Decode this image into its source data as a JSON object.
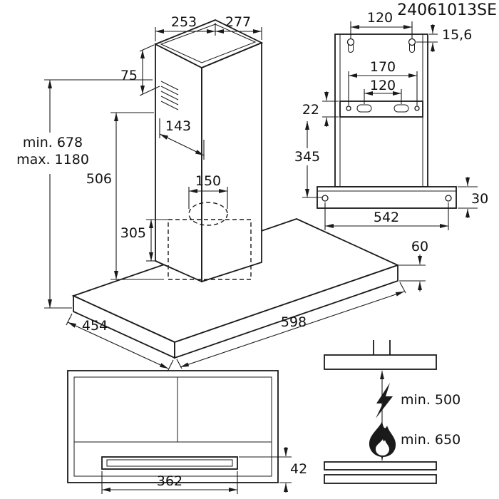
{
  "header": {
    "doc_number": "24061013SE"
  },
  "isometric_view": {
    "chimney_top_depth": "253",
    "chimney_top_width": "277",
    "vent_offset": "75",
    "chimney_depth": "143",
    "total_height_min": "min. 678",
    "total_height_max": "max. 1180",
    "chimney_height": "506",
    "duct_diameter": "150",
    "duct_height": "305",
    "canopy_depth": "454",
    "canopy_width": "598",
    "canopy_height": "60"
  },
  "rear_view": {
    "top_hole_spacing": "120",
    "top_hole_offset": "15,6",
    "bracket_hole_spacing_outer": "170",
    "bracket_hole_spacing_inner": "120",
    "bracket_height": "22",
    "bracket_to_base_distance": "345",
    "base_flange_height": "30",
    "base_hole_spacing": "542"
  },
  "front_view": {
    "filter_panel_width": "362",
    "filter_panel_height": "42"
  },
  "clearance_view": {
    "electric_hob_clearance": "min. 500",
    "gas_hob_clearance": "min. 650"
  },
  "icons": {
    "electric": "lightning-bolt",
    "gas": "flame"
  },
  "colors": {
    "line": "#1a1a1a",
    "background": "#ffffff"
  }
}
